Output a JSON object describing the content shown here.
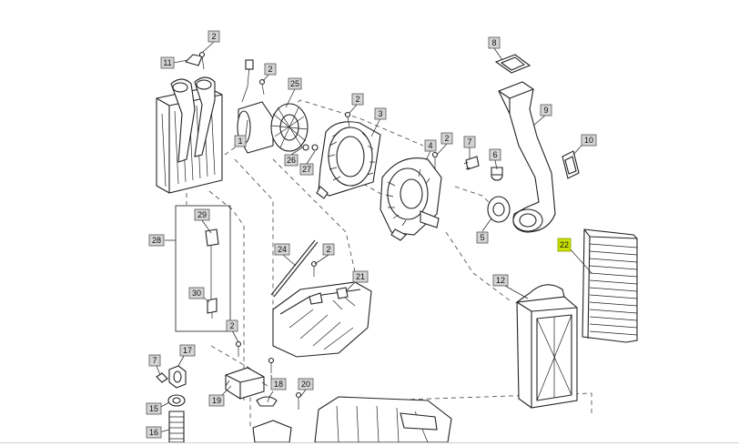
{
  "diagram": {
    "callouts": [
      {
        "label": "2"
      },
      {
        "label": "11"
      },
      {
        "label": "1"
      },
      {
        "label": "2"
      },
      {
        "label": "25"
      },
      {
        "label": "26"
      },
      {
        "label": "27"
      },
      {
        "label": "2"
      },
      {
        "label": "3"
      },
      {
        "label": "8"
      },
      {
        "label": "9"
      },
      {
        "label": "10"
      },
      {
        "label": "4"
      },
      {
        "label": "2"
      },
      {
        "label": "7"
      },
      {
        "label": "6"
      },
      {
        "label": "5"
      },
      {
        "label": "22"
      },
      {
        "label": "12"
      },
      {
        "label": "28"
      },
      {
        "label": "29"
      },
      {
        "label": "30"
      },
      {
        "label": "24"
      },
      {
        "label": "2"
      },
      {
        "label": "21"
      },
      {
        "label": "2"
      },
      {
        "label": "7"
      },
      {
        "label": "17"
      },
      {
        "label": "19"
      },
      {
        "label": "18"
      },
      {
        "label": "20"
      },
      {
        "label": "15"
      },
      {
        "label": "16"
      }
    ],
    "highlighted_callout": "22"
  }
}
